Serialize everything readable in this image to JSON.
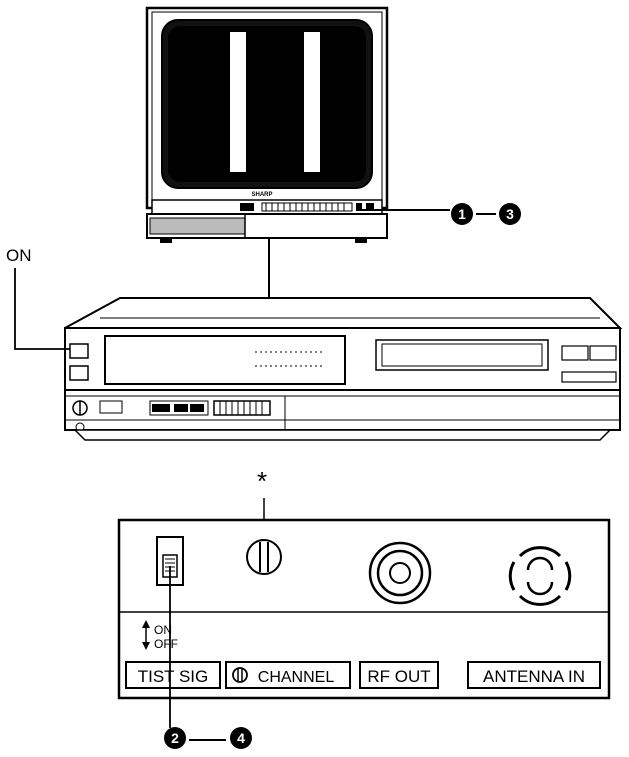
{
  "tv": {
    "brand": "SHARP",
    "callout_start": "1",
    "callout_end": "3"
  },
  "vcr": {
    "power_label": "ON"
  },
  "rear_panel": {
    "asterisk": "*",
    "switch_on": "ON",
    "switch_off": "OFF",
    "labels": {
      "test_sig": "TIST SIG",
      "channel": "CHANNEL",
      "rf_out": "RF OUT",
      "antenna_in": "ANTENNA IN"
    },
    "callout_start": "2",
    "callout_end": "4"
  }
}
